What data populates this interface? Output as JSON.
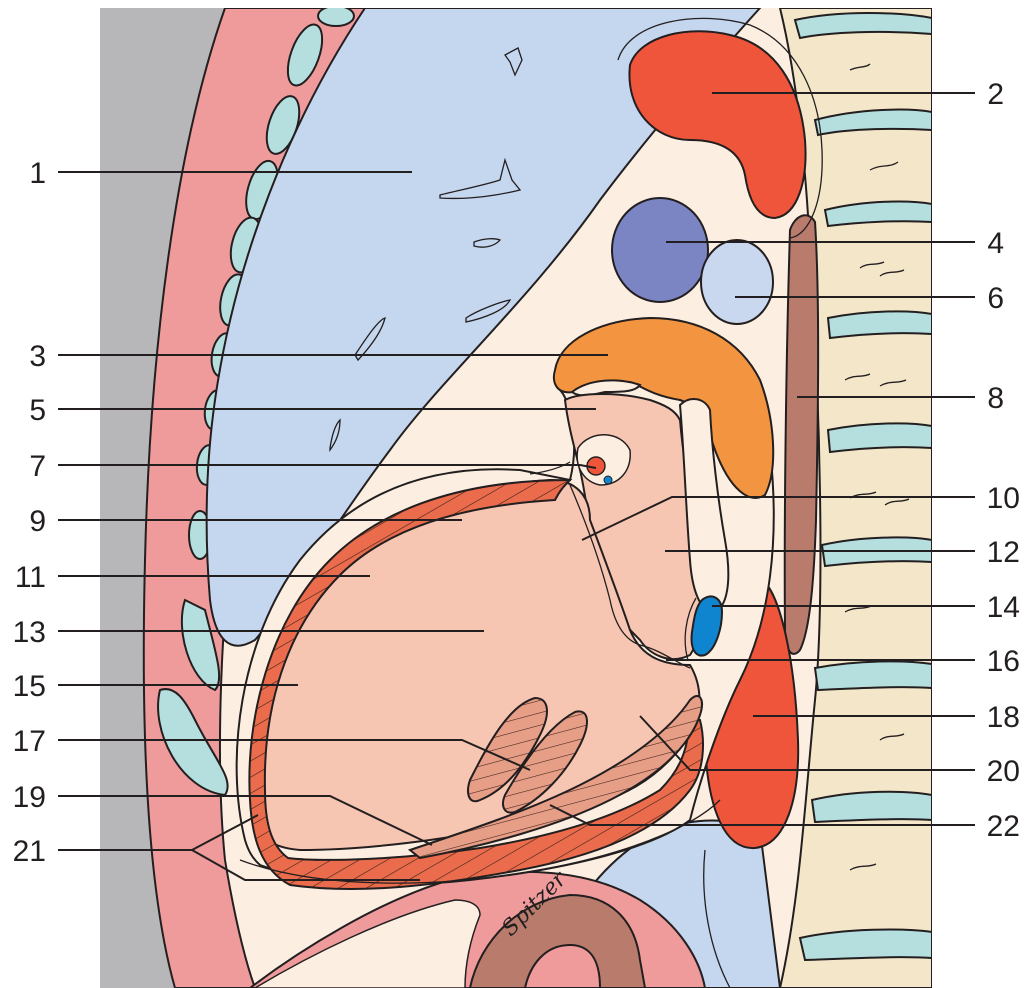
{
  "figure": {
    "labels_left": [
      "1",
      "3",
      "5",
      "7",
      "9",
      "11",
      "13",
      "15",
      "17",
      "19",
      "21"
    ],
    "labels_right": [
      "2",
      "4",
      "6",
      "8",
      "10",
      "12",
      "14",
      "16",
      "18",
      "20",
      "22"
    ],
    "signature": "Spitzer",
    "colors": {
      "background": "#fcefe1",
      "lung": "#c5d6ef",
      "pleura": "#ef9b9c",
      "rib": "#b4dfde",
      "aorta_red": "#ef553a",
      "vein_dark_blue": "#7b85c3",
      "vein_light_blue": "#c9d7ef",
      "left_atrium_orange": "#f39440",
      "heart_chamber_pink": "#f7c6b2",
      "myocardium": "#ea6c4c",
      "papillary_muscle": "#e79e87",
      "esophagus_brown": "#b97c6c",
      "coronary_sinus_blue": "#0f85d0",
      "spine": "#f3e6c9",
      "chest_wall_gray": "#b7b6b8"
    }
  }
}
